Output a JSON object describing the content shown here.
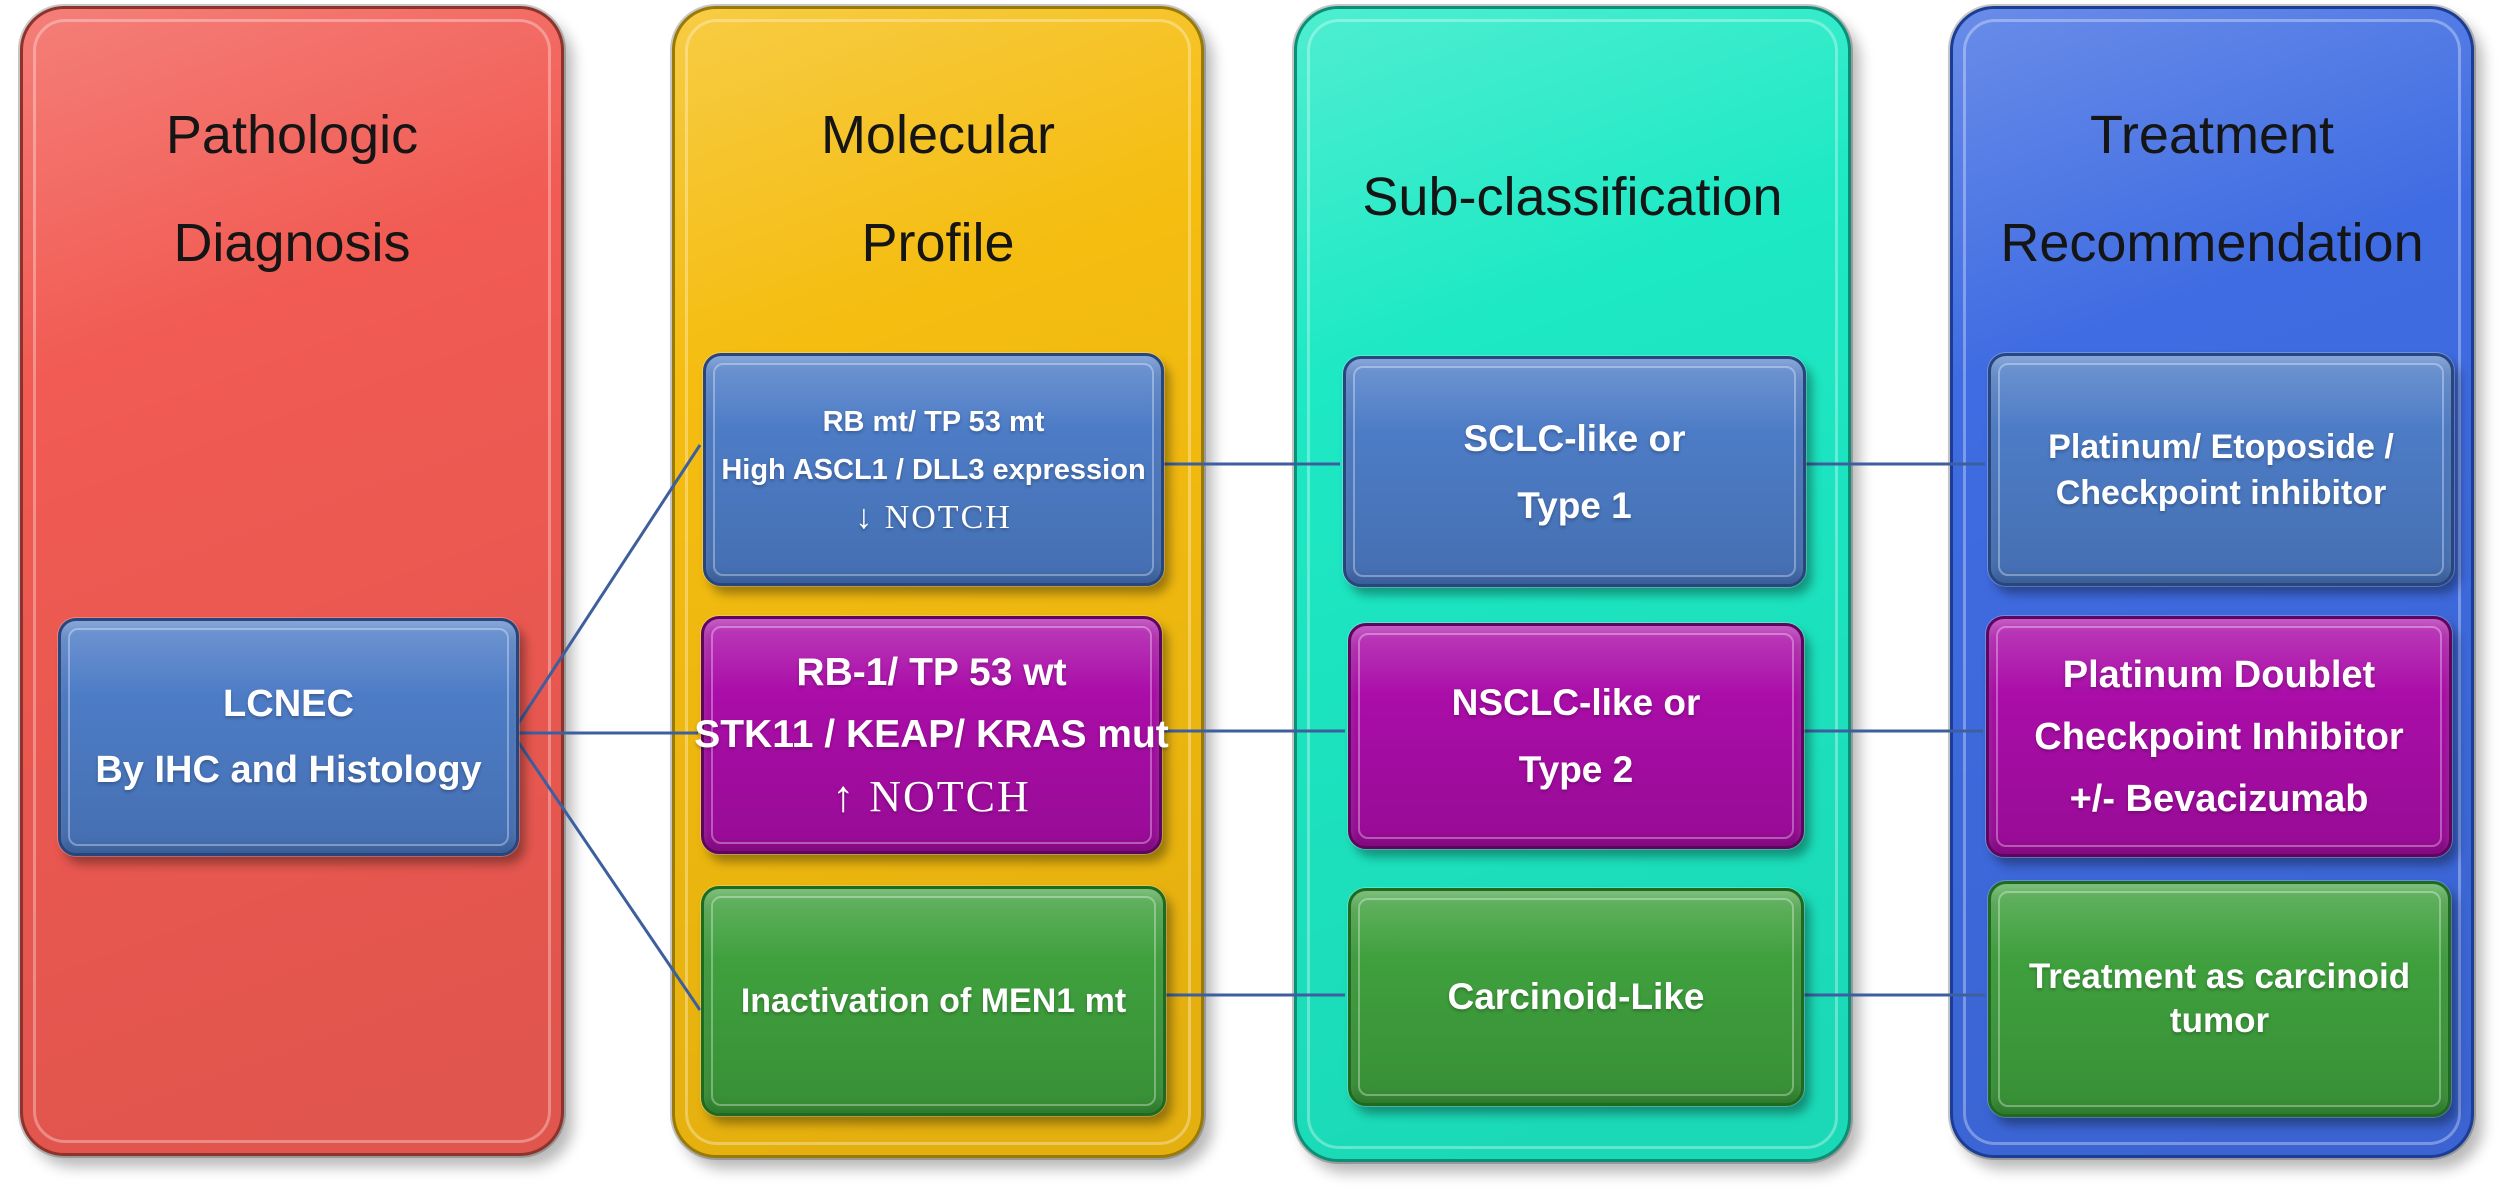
{
  "diagram_title": "LCNEC classification and treatment flowchart",
  "columns": [
    {
      "name": "pathologic-diagnosis",
      "title_lines": [
        "Pathologic",
        "Diagnosis"
      ],
      "nodes": [
        {
          "variant": "blue",
          "lines": [
            "LCNEC",
            "By IHC and Histology"
          ]
        }
      ]
    },
    {
      "name": "molecular-profile",
      "title_lines": [
        "Molecular",
        "Profile"
      ],
      "nodes": [
        {
          "variant": "blue",
          "lines": [
            "RB mt/ TP 53 mt",
            "High ASCL1 / DLL3 expression",
            "↓ NOTCH"
          ]
        },
        {
          "variant": "magenta",
          "lines": [
            "RB-1/ TP 53 wt",
            "STK11 / KEAP/ KRAS mut",
            "↑ NOTCH"
          ]
        },
        {
          "variant": "green",
          "lines": [
            "Inactivation of MEN1 mt"
          ]
        }
      ]
    },
    {
      "name": "sub-classification",
      "title_lines": [
        "Sub-classification"
      ],
      "nodes": [
        {
          "variant": "blue",
          "lines": [
            "SCLC-like or",
            "Type 1"
          ]
        },
        {
          "variant": "magenta",
          "lines": [
            "NSCLC-like or",
            "Type 2"
          ]
        },
        {
          "variant": "green",
          "lines": [
            "Carcinoid-Like"
          ]
        }
      ]
    },
    {
      "name": "treatment-recommendation",
      "title_lines": [
        "Treatment",
        "Recommendation"
      ],
      "nodes": [
        {
          "variant": "blue",
          "lines": [
            "Platinum/ Etoposide /",
            "Checkpoint inhibitor"
          ]
        },
        {
          "variant": "magenta",
          "lines": [
            "Platinum Doublet",
            "Checkpoint Inhibitor",
            "+/- Bevacizumab"
          ]
        },
        {
          "variant": "green",
          "lines": [
            "Treatment as carcinoid",
            "tumor"
          ]
        }
      ]
    }
  ],
  "colors": {
    "background": "#ffffff",
    "title-text": "#151515",
    "node-text": "#ffffff",
    "connector": "#3e5f9e",
    "col-red": "#f15b53",
    "col-red-border": "#8e322c",
    "col-yellow": "#f5bd10",
    "col-yellow-border": "#9a7a06",
    "col-teal": "#1de9c4",
    "col-teal-border": "#0c8f77",
    "col-blue": "#3f6ce2",
    "col-blue-border": "#1c3d96",
    "node-blue": "#4d7cc6",
    "node-blue-border": "#27457f",
    "node-magenta": "#aa0da8",
    "node-magenta-border": "#5f0560",
    "node-green": "#3fa03d",
    "node-green-border": "#1d6b1e"
  }
}
